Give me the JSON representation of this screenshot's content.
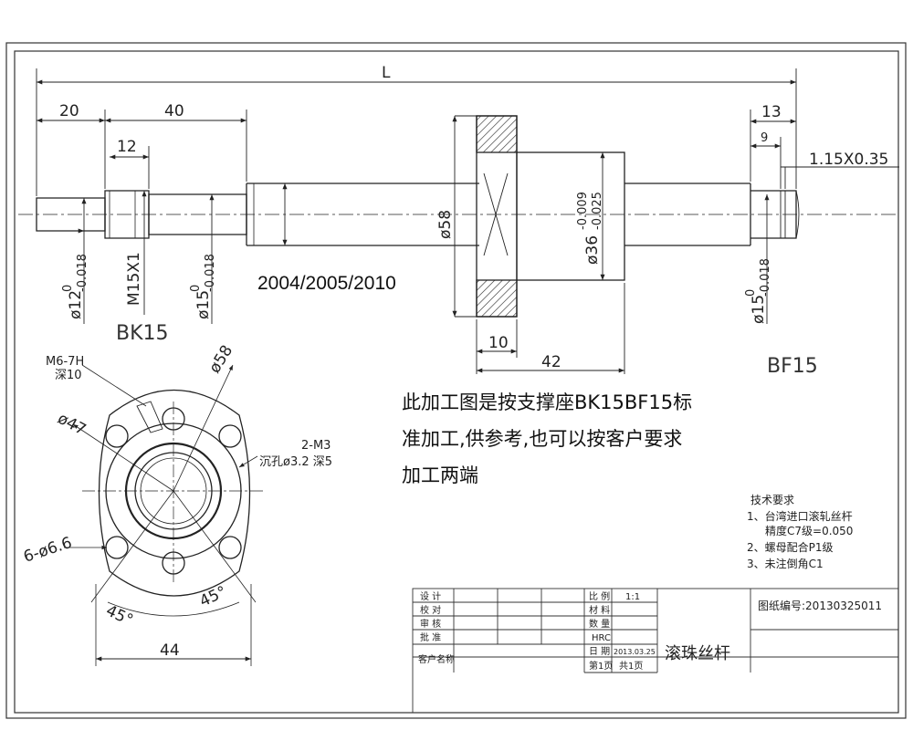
{
  "dimensions": {
    "overall_length": "L",
    "bk_end_20": "20",
    "bk_end_40": "40",
    "bk_end_12": "12",
    "bf_end_13": "13",
    "bf_end_9": "9",
    "groove": "1.15X0.35",
    "dia12": "ø12",
    "dia12_tol_upper": "0",
    "dia12_tol_lower": "-0.018",
    "thread": "M15X1",
    "dia15_left": "ø15",
    "dia15_left_tol_upper": "0",
    "dia15_left_tol_lower": "-0.018",
    "nut_flange_dia": "ø58",
    "nut_body_dia": "ø36",
    "nut_body_tol_upper": "-0.009",
    "nut_body_tol_lower": "-0.025",
    "dia15_right": "ø15",
    "dia15_right_tol_upper": "0",
    "dia15_right_tol_lower": "-0.018",
    "flange_thickness": "10",
    "nut_length": "42"
  },
  "labels": {
    "model_numbers": "2004/2005/2010",
    "bk_support": "BK15",
    "bf_support": "BF15"
  },
  "flange_view": {
    "tapped_hole": "M6-7H",
    "tapped_depth": "深10",
    "pcd_58": "ø58",
    "pcd_47": "ø47",
    "m3_holes": "2-M3",
    "counterbore": "沉孔ø3.2 深5",
    "mount_holes": "6-ø6.6",
    "angle_left": "45°",
    "angle_right": "45°",
    "width_44": "44"
  },
  "description": {
    "line1": "此加工图是按支撑座BK15BF15标",
    "line2": "准加工,供参考,也可以按客户要求",
    "line3": "加工两端"
  },
  "tech_requirements": {
    "heading": "技术要求",
    "item1": "1、台湾进口滚轧丝杆",
    "item1b": "精度C7级=0.050",
    "item2": "2、螺母配合P1级",
    "item3": "3、未注倒角C1"
  },
  "title_block": {
    "design": "设 计",
    "check": "校 对",
    "review": "审 核",
    "approve": "批 准",
    "customer_name": "客户名称",
    "scale_label": "比 例",
    "scale_value": "1:1",
    "material_label": "材 料",
    "qty_label": "数 量",
    "hardness": "HRC",
    "date_label": "日 期",
    "date_value": "2013.03.25",
    "page_label": "第1页",
    "total_pages": "共1页",
    "part_name": "滚珠丝杆",
    "drawing_no": "图纸编号:20130325011"
  }
}
